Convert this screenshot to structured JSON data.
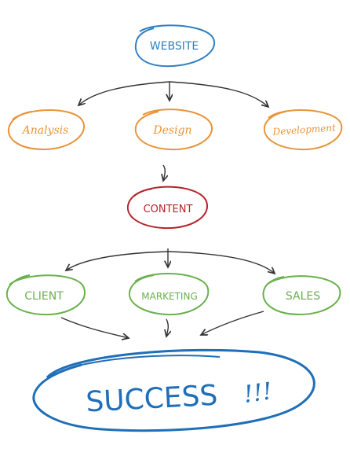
{
  "diagram": {
    "root": {
      "label": "WEBSITE",
      "color": "#2f7fc1"
    },
    "level1": [
      {
        "label": "Analysis",
        "color": "#e8943a"
      },
      {
        "label": "Design",
        "color": "#e8943a"
      },
      {
        "label": "Development",
        "color": "#e8943a"
      }
    ],
    "center": {
      "label": "CONTENT",
      "color": "#b5232b"
    },
    "level2": [
      {
        "label": "CLIENT",
        "color": "#6ab04c"
      },
      {
        "label": "MARKETING",
        "color": "#6ab04c"
      },
      {
        "label": "SALES",
        "color": "#6ab04c"
      }
    ],
    "goal": {
      "label": "SUCCESS",
      "suffix": "!!!",
      "color": "#1f6fb8"
    },
    "arrow_color": "#333333"
  }
}
